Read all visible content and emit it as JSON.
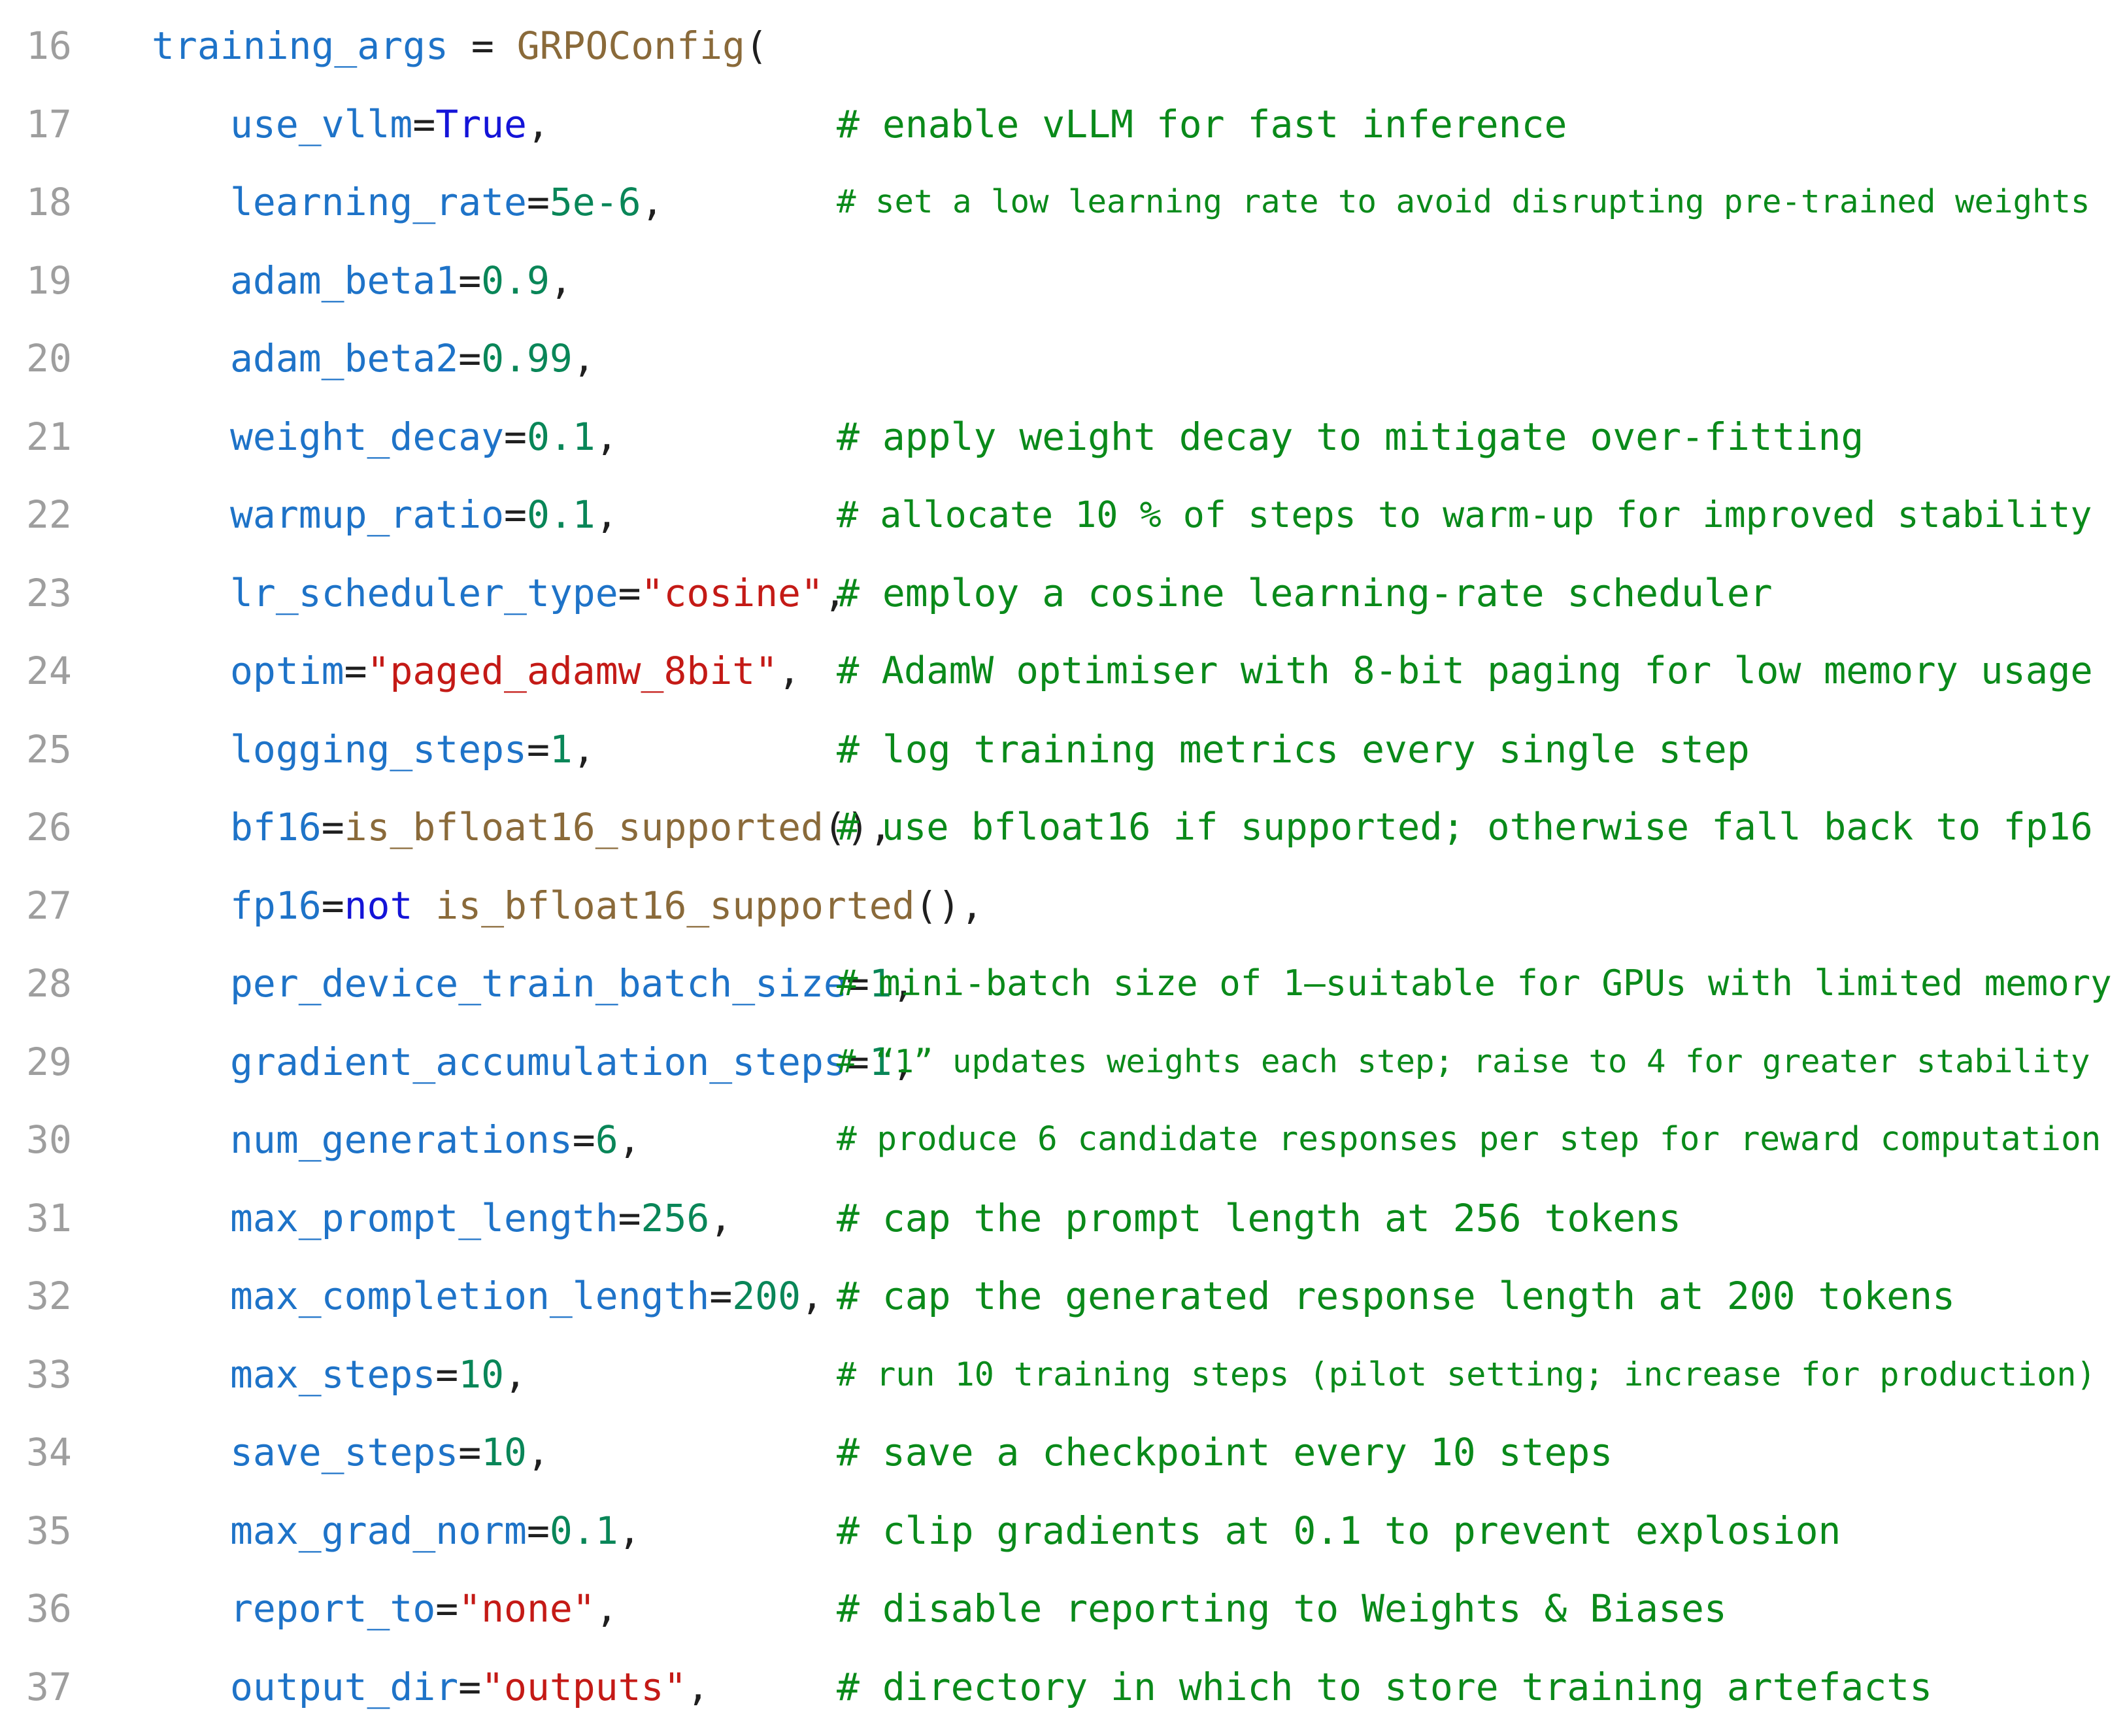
{
  "colors": {
    "line_number": "#9e9e9e",
    "identifier": "#1e73c8",
    "number": "#098658",
    "keyword": "#1414d8",
    "string": "#c41a16",
    "function": "#8a6a3a",
    "comment": "#0a8a1a",
    "punctuation": "#1f1f1f"
  },
  "editor": {
    "lines": [
      {
        "number": "16",
        "indent": 0,
        "tokens": [
          {
            "t": "name",
            "v": "training_args"
          },
          {
            "t": "plain",
            "v": " = "
          },
          {
            "t": "fn",
            "v": "GRPOConfig"
          },
          {
            "t": "plain",
            "v": "("
          }
        ],
        "comment": ""
      },
      {
        "number": "17",
        "indent": 1,
        "tokens": [
          {
            "t": "name",
            "v": "use_vllm"
          },
          {
            "t": "plain",
            "v": "="
          },
          {
            "t": "kw",
            "v": "True"
          },
          {
            "t": "plain",
            "v": ","
          }
        ],
        "comment": "# enable vLLM for fast inference"
      },
      {
        "number": "18",
        "indent": 1,
        "tokens": [
          {
            "t": "name",
            "v": "learning_rate"
          },
          {
            "t": "plain",
            "v": "="
          },
          {
            "t": "num",
            "v": "5e-6"
          },
          {
            "t": "plain",
            "v": ","
          }
        ],
        "comment": "# set a low learning rate to avoid disrupting pre-trained weights"
      },
      {
        "number": "19",
        "indent": 1,
        "tokens": [
          {
            "t": "name",
            "v": "adam_beta1"
          },
          {
            "t": "plain",
            "v": "="
          },
          {
            "t": "num",
            "v": "0.9"
          },
          {
            "t": "plain",
            "v": ","
          }
        ],
        "comment": ""
      },
      {
        "number": "20",
        "indent": 1,
        "tokens": [
          {
            "t": "name",
            "v": "adam_beta2"
          },
          {
            "t": "plain",
            "v": "="
          },
          {
            "t": "num",
            "v": "0.99"
          },
          {
            "t": "plain",
            "v": ","
          }
        ],
        "comment": ""
      },
      {
        "number": "21",
        "indent": 1,
        "tokens": [
          {
            "t": "name",
            "v": "weight_decay"
          },
          {
            "t": "plain",
            "v": "="
          },
          {
            "t": "num",
            "v": "0.1"
          },
          {
            "t": "plain",
            "v": ","
          }
        ],
        "comment": "# apply weight decay to mitigate over-fitting"
      },
      {
        "number": "22",
        "indent": 1,
        "tokens": [
          {
            "t": "name",
            "v": "warmup_ratio"
          },
          {
            "t": "plain",
            "v": "="
          },
          {
            "t": "num",
            "v": "0.1"
          },
          {
            "t": "plain",
            "v": ","
          }
        ],
        "comment": "# allocate 10 % of steps to warm-up for improved stability"
      },
      {
        "number": "23",
        "indent": 1,
        "tokens": [
          {
            "t": "name",
            "v": "lr_scheduler_type"
          },
          {
            "t": "plain",
            "v": "="
          },
          {
            "t": "str",
            "v": "\"cosine\""
          },
          {
            "t": "plain",
            "v": ","
          }
        ],
        "comment": "# employ a cosine learning-rate scheduler"
      },
      {
        "number": "24",
        "indent": 1,
        "tokens": [
          {
            "t": "name",
            "v": "optim"
          },
          {
            "t": "plain",
            "v": "="
          },
          {
            "t": "str",
            "v": "\"paged_adamw_8bit\""
          },
          {
            "t": "plain",
            "v": ","
          }
        ],
        "comment": "# AdamW optimiser with 8-bit paging for low memory usage"
      },
      {
        "number": "25",
        "indent": 1,
        "tokens": [
          {
            "t": "name",
            "v": "logging_steps"
          },
          {
            "t": "plain",
            "v": "="
          },
          {
            "t": "num",
            "v": "1"
          },
          {
            "t": "plain",
            "v": ","
          }
        ],
        "comment": "# log training metrics every single step"
      },
      {
        "number": "26",
        "indent": 1,
        "tokens": [
          {
            "t": "name",
            "v": "bf16"
          },
          {
            "t": "plain",
            "v": "="
          },
          {
            "t": "fn",
            "v": "is_bfloat16_supported"
          },
          {
            "t": "plain",
            "v": "(),"
          }
        ],
        "comment": "# use bfloat16 if supported; otherwise fall back to fp16"
      },
      {
        "number": "27",
        "indent": 1,
        "tokens": [
          {
            "t": "name",
            "v": "fp16"
          },
          {
            "t": "plain",
            "v": "="
          },
          {
            "t": "kw",
            "v": "not"
          },
          {
            "t": "plain",
            "v": " "
          },
          {
            "t": "fn",
            "v": "is_bfloat16_supported"
          },
          {
            "t": "plain",
            "v": "(),"
          }
        ],
        "comment": ""
      },
      {
        "number": "28",
        "indent": 1,
        "tokens": [
          {
            "t": "name",
            "v": "per_device_train_batch_size"
          },
          {
            "t": "plain",
            "v": "="
          },
          {
            "t": "num",
            "v": "1"
          },
          {
            "t": "plain",
            "v": ","
          }
        ],
        "comment": "# mini-batch size of 1—suitable for GPUs with limited memory"
      },
      {
        "number": "29",
        "indent": 1,
        "tokens": [
          {
            "t": "name",
            "v": "gradient_accumulation_steps"
          },
          {
            "t": "plain",
            "v": "="
          },
          {
            "t": "num",
            "v": "1"
          },
          {
            "t": "plain",
            "v": ","
          }
        ],
        "comment": "# “1” updates weights each step; raise to 4 for greater stability"
      },
      {
        "number": "30",
        "indent": 1,
        "tokens": [
          {
            "t": "name",
            "v": "num_generations"
          },
          {
            "t": "plain",
            "v": "="
          },
          {
            "t": "num",
            "v": "6"
          },
          {
            "t": "plain",
            "v": ","
          }
        ],
        "comment": "# produce 6 candidate responses per step for reward computation"
      },
      {
        "number": "31",
        "indent": 1,
        "tokens": [
          {
            "t": "name",
            "v": "max_prompt_length"
          },
          {
            "t": "plain",
            "v": "="
          },
          {
            "t": "num",
            "v": "256"
          },
          {
            "t": "plain",
            "v": ","
          }
        ],
        "comment": "# cap the prompt length at 256 tokens"
      },
      {
        "number": "32",
        "indent": 1,
        "tokens": [
          {
            "t": "name",
            "v": "max_completion_length"
          },
          {
            "t": "plain",
            "v": "="
          },
          {
            "t": "num",
            "v": "200"
          },
          {
            "t": "plain",
            "v": ","
          }
        ],
        "comment": "# cap the generated response length at 200 tokens"
      },
      {
        "number": "33",
        "indent": 1,
        "tokens": [
          {
            "t": "name",
            "v": "max_steps"
          },
          {
            "t": "plain",
            "v": "="
          },
          {
            "t": "num",
            "v": "10"
          },
          {
            "t": "plain",
            "v": ","
          }
        ],
        "comment": "# run 10 training steps (pilot setting; increase for production)"
      },
      {
        "number": "34",
        "indent": 1,
        "tokens": [
          {
            "t": "name",
            "v": "save_steps"
          },
          {
            "t": "plain",
            "v": "="
          },
          {
            "t": "num",
            "v": "10"
          },
          {
            "t": "plain",
            "v": ","
          }
        ],
        "comment": "# save a checkpoint every 10 steps"
      },
      {
        "number": "35",
        "indent": 1,
        "tokens": [
          {
            "t": "name",
            "v": "max_grad_norm"
          },
          {
            "t": "plain",
            "v": "="
          },
          {
            "t": "num",
            "v": "0.1"
          },
          {
            "t": "plain",
            "v": ","
          }
        ],
        "comment": "# clip gradients at 0.1 to prevent explosion"
      },
      {
        "number": "36",
        "indent": 1,
        "tokens": [
          {
            "t": "name",
            "v": "report_to"
          },
          {
            "t": "plain",
            "v": "="
          },
          {
            "t": "str",
            "v": "\"none\""
          },
          {
            "t": "plain",
            "v": ","
          }
        ],
        "comment": "# disable reporting to Weights & Biases"
      },
      {
        "number": "37",
        "indent": 1,
        "tokens": [
          {
            "t": "name",
            "v": "output_dir"
          },
          {
            "t": "plain",
            "v": "="
          },
          {
            "t": "str",
            "v": "\"outputs\""
          },
          {
            "t": "plain",
            "v": ","
          }
        ],
        "comment": "# directory in which to store training artefacts"
      }
    ]
  }
}
